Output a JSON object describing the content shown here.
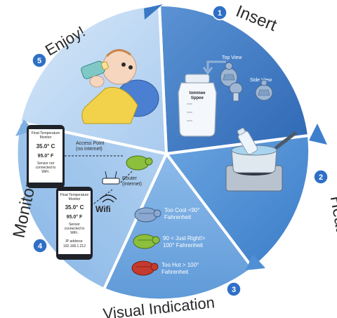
{
  "colors": {
    "insert": "#3d78c3",
    "heat": "#4b8fd6",
    "visual": "#6aa6e0",
    "monitor": "#8fbdea",
    "enjoy": "#b9d6f3",
    "badge": "#2f6fc6",
    "dark_text": "#2a2a2a"
  },
  "steps": [
    {
      "number": "1",
      "title": "Insert"
    },
    {
      "number": "2",
      "title": "Heat"
    },
    {
      "number": "3",
      "title": "Visual Indication"
    },
    {
      "number": "4",
      "title": "Monitor"
    },
    {
      "number": "5",
      "title": "Enjoy!"
    }
  ],
  "insert": {
    "top_view": "Top View",
    "side_view": "Side View",
    "bottle_brand_1": "tommee",
    "bottle_brand_2": "tippee"
  },
  "visual": {
    "cool_1": "Too Cool <90°",
    "cool_2": "Fahrenheit",
    "right_1": "90 < Just Right!>",
    "right_2": "100° Fahrenheit",
    "hot_1": "Too Hot > 100°",
    "hot_2": "Fahrenheit"
  },
  "monitor": {
    "phone_title_1": "Float Temperature",
    "phone_title_2": "Monitor",
    "temp_c": "35.0° C",
    "temp_f": "95.0° F",
    "phone1_status_1": "Sensor not",
    "phone1_status_2": "connected to",
    "phone1_status_3": "WiFi.",
    "phone2_status_1": "Sensor",
    "phone2_status_2": "connected to",
    "phone2_status_3": "WiFi.",
    "ip_label": "IP address:",
    "ip_value": "192.168.1.212",
    "access_point_1": "Access Point",
    "access_point_2": "(no internet)",
    "router_1": "Router",
    "router_2": "(internet)",
    "wifi": "Wifi"
  }
}
